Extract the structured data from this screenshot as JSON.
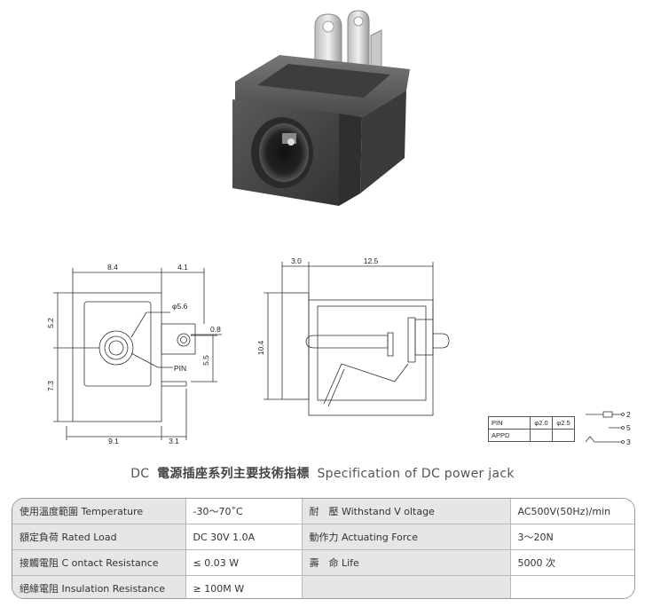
{
  "drawing": {
    "front_view": {
      "top_dims": [
        "8.4",
        "4.1"
      ],
      "left_dims": [
        "5.2",
        "7.3"
      ],
      "right_dims": [
        "0.8",
        "5.5"
      ],
      "hole_dim": "φ5.6",
      "pin_label": "PIN",
      "bottom_dims": [
        "9.1",
        "3.1"
      ]
    },
    "side_view": {
      "top_dims": [
        "3.0",
        "12.5"
      ],
      "height_dim": "10.4"
    }
  },
  "pin_table": {
    "header": [
      "PIN",
      "φ2.0",
      "φ2.5"
    ],
    "row2": [
      "APPD",
      "",
      ""
    ]
  },
  "schematic": {
    "pins": [
      "2",
      "5",
      "3"
    ]
  },
  "title": {
    "prefix": "DC",
    "chinese": "電源插座系列主要技術指標",
    "english": "Specification of DC power jack"
  },
  "spec_table": {
    "rows": [
      {
        "label": "使用溫度範圍 Temperature",
        "value": "-30～70˚C",
        "label2": "耐　壓  Withstand V oltage",
        "value2": "AC500V(50Hz)/min"
      },
      {
        "label": "額定負荷  Rated Load",
        "value": "DC  30V  1.0A",
        "label2": "動作力  Actuating Force",
        "value2": "3～20N"
      },
      {
        "label": "接觸電阻  C ontact Resistance",
        "value": "≤ 0.03 W",
        "label2": "壽　命  Life",
        "value2": "5000 次"
      },
      {
        "label": "絕緣電阻  Insulation Resistance",
        "value": "≥ 100M W",
        "label2": "",
        "value2": ""
      }
    ]
  }
}
